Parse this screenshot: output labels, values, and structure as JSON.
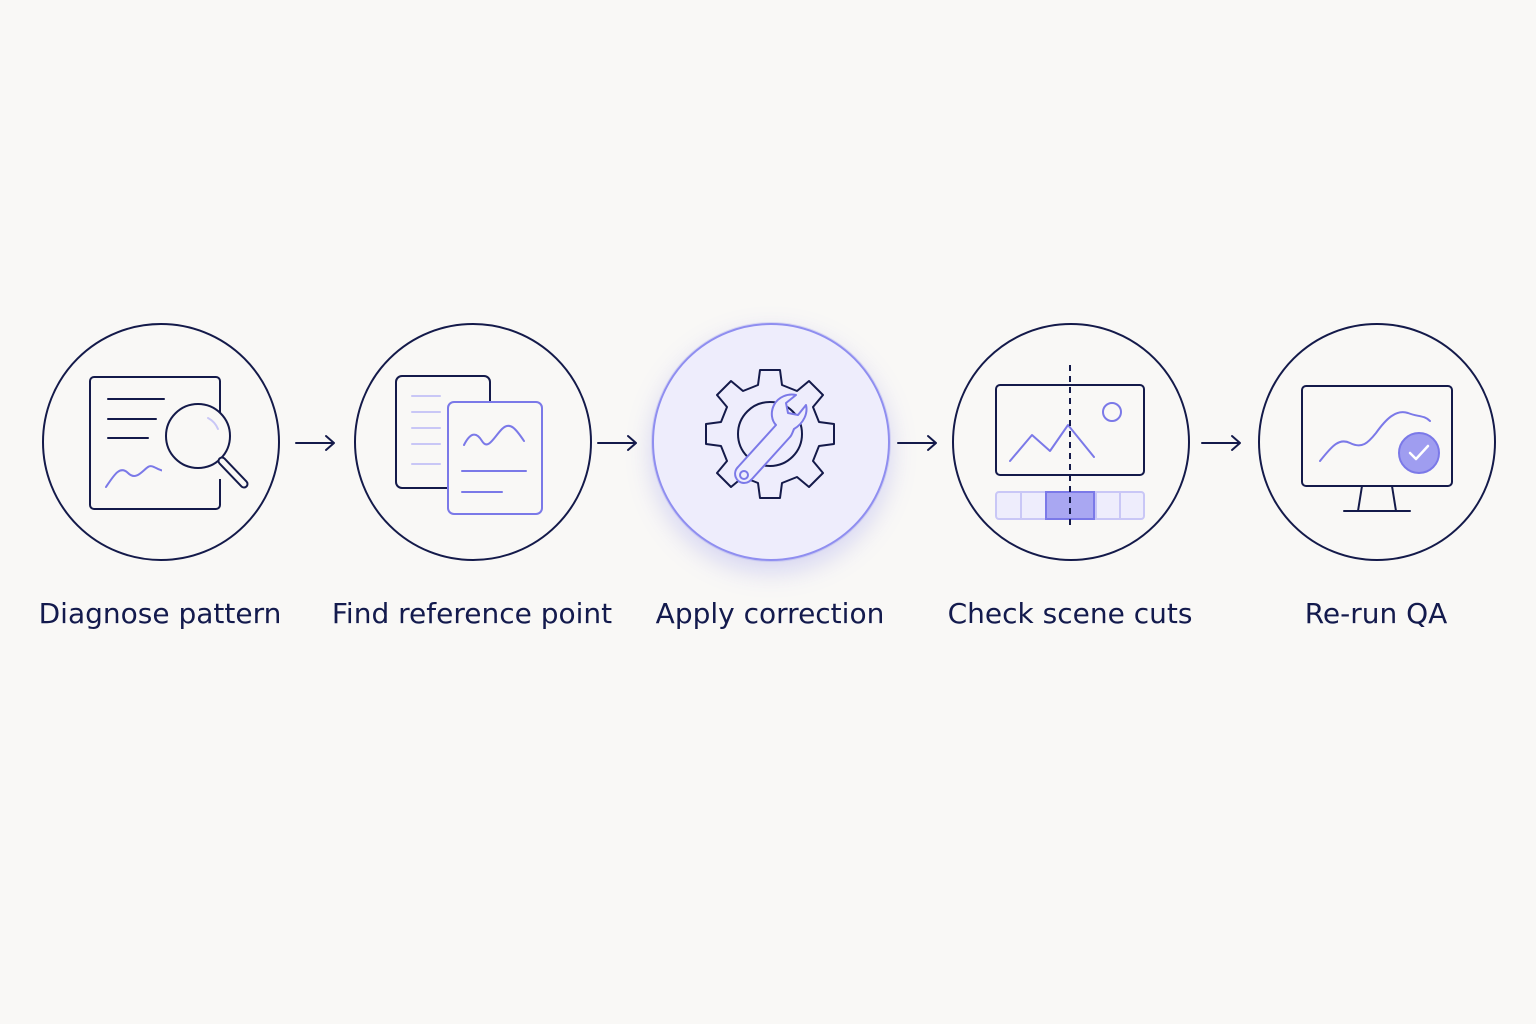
{
  "colors": {
    "background": "#f9f8f6",
    "ink": "#141a4a",
    "accent": "#7b79e8",
    "accent_fill": "#c9c7f6",
    "active_circle_fill": "#eeedfc"
  },
  "steps": [
    {
      "label": "Diagnose pattern",
      "icon": "document-magnifier-icon",
      "active": false
    },
    {
      "label": "Find reference point",
      "icon": "stacked-documents-icon",
      "active": false
    },
    {
      "label": "Apply correction",
      "icon": "gear-wrench-icon",
      "active": true
    },
    {
      "label": "Check scene cuts",
      "icon": "image-timeline-icon",
      "active": false
    },
    {
      "label": "Re-run QA",
      "icon": "monitor-check-icon",
      "active": false
    }
  ],
  "connector_icon": "arrow-right-icon"
}
